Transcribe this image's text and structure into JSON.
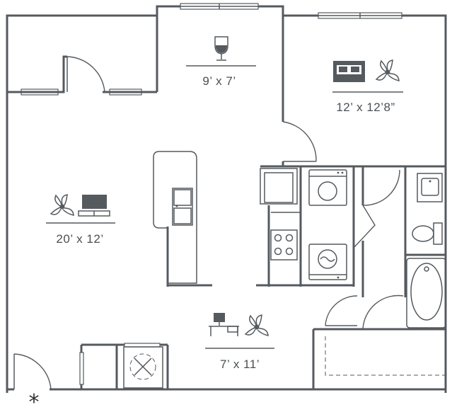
{
  "rooms": {
    "dining": {
      "label": "9’ x 7’",
      "icon": "wine-glass-icon"
    },
    "bedroom": {
      "label": "12’ x 12’8”",
      "icons": [
        "bed-icon",
        "ceiling-fan-icon"
      ]
    },
    "living": {
      "label": "20’ x 12’",
      "icons": [
        "ceiling-fan-icon",
        "tv-icon"
      ]
    },
    "office": {
      "label": "7’ x 11’",
      "icons": [
        "desk-icon",
        "ceiling-fan-icon"
      ]
    }
  },
  "entry_marker": "*",
  "colors": {
    "wall": "#555a5f",
    "text": "#4a4f54",
    "background": "#ffffff"
  }
}
